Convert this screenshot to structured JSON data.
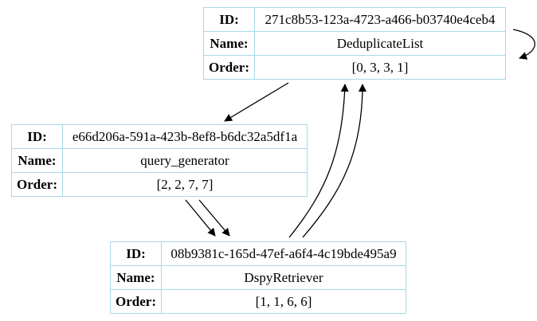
{
  "nodes": [
    {
      "id": "271c8b53-123a-4723-a466-b03740e4ceb4",
      "name": "DeduplicateList",
      "order": "[0, 3, 3, 1]"
    },
    {
      "id": "e66d206a-591a-423b-8ef8-b6dc32a5df1a",
      "name": "query_generator",
      "order": "[2, 2, 7, 7]"
    },
    {
      "id": "08b9381c-165d-47ef-a6f4-4c19bde495a9",
      "name": "DspyRetriever",
      "order": "[1, 1, 6, 6]"
    }
  ],
  "labels": {
    "id": "ID:",
    "name": "Name:",
    "order": "Order:"
  },
  "edges": [
    {
      "from": "DeduplicateList",
      "to": "DeduplicateList"
    },
    {
      "from": "DeduplicateList",
      "to": "query_generator"
    },
    {
      "from": "query_generator",
      "to": "DspyRetriever"
    },
    {
      "from": "query_generator",
      "to": "DspyRetriever"
    },
    {
      "from": "DspyRetriever",
      "to": "DeduplicateList"
    },
    {
      "from": "DspyRetriever",
      "to": "DeduplicateList"
    }
  ],
  "colors": {
    "border": "#a8d8e8",
    "arrow": "#000000"
  }
}
